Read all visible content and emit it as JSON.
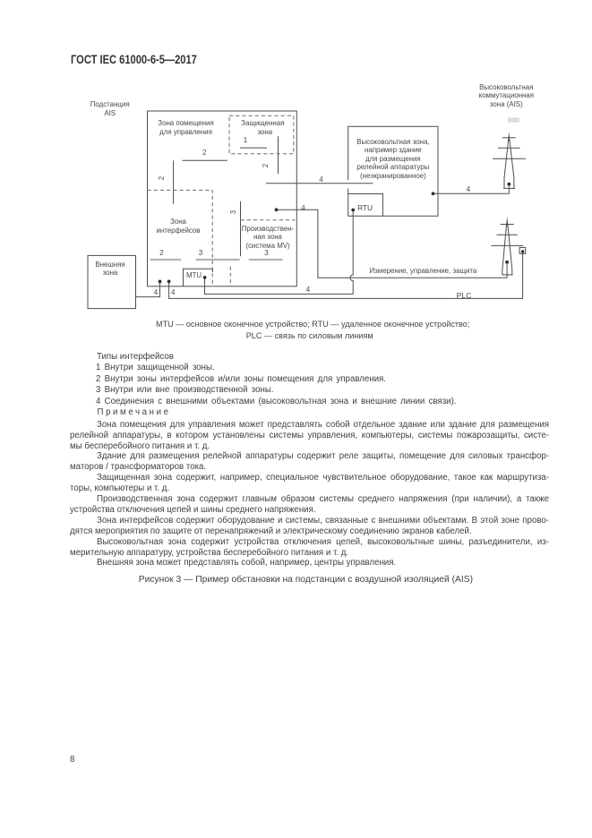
{
  "header": {
    "title": "ГОСТ IEC 61000-6-5—2017"
  },
  "page_number": "8",
  "figure_caption": "Рисунок 3 — Пример обстановки на подстанции с воздушной изоляцией (AIS)",
  "diagram": {
    "labels": {
      "substation_line1": "Подстанция",
      "substation_line2": "AIS",
      "control_room_line1": "Зона помещения",
      "control_room_line2": "для управления",
      "protected_line1": "Защищенная",
      "protected_line2": "зона",
      "interfaces_line1": "Зона",
      "interfaces_line2": "интерфейсов",
      "production_line1": "Производствен-",
      "production_line2": "ная зона",
      "production_line3": "(система MV)",
      "hv_zone_line1": "Высоковольтная зона,",
      "hv_zone_line2": "например здание",
      "hv_zone_line3": "для размещения",
      "hv_zone_line4": "релейной аппаратуры",
      "hv_zone_line5": "(неэкранированное)",
      "hv_switch_line1": "Высоковольтная",
      "hv_switch_line2": "коммутационная",
      "hv_switch_line3": "зона (AIS)",
      "external_line1": "Внешняя",
      "external_line2": "зона",
      "mtu": "MTU",
      "rtu": "RTU",
      "plc": "PLC",
      "measurement": "Измерение, управление, защита",
      "n1": "1",
      "n2": "2",
      "n3": "3",
      "n4": "4"
    }
  },
  "legend": {
    "line1": "MTU — основное оконечное устройство; RTU — удаленное оконечное устройство;",
    "line2": "PLC — связь по силовым линиям"
  },
  "interface_types": {
    "heading": "Типы интерфейсов",
    "items": [
      "1 Внутри защищенной зоны.",
      "2 Внутри зоны интерфейсов и/или зоны помещения для управления.",
      "3 Внутри или вне производственной зоны.",
      "4 Соединения с внешними объектами (высоковольтная зона и внешние линии связи)."
    ]
  },
  "note": {
    "heading": "Примечание",
    "lines": [
      {
        "t": "Зона помещения для управления может представлять собой отдельное здание или здание для размещения",
        "i": 1,
        "j": 1
      },
      {
        "t": "релейной аппаратуры, в котором установлены системы управления, компьютеры, системы пожарозащиты, систе-",
        "i": 0,
        "j": 1
      },
      {
        "t": "мы бесперебойного питания и т. д.",
        "i": 0,
        "j": 0
      },
      {
        "t": "Здание для размещения релейной аппаратуры содержит реле защиты, помещение для силовых трансфор-",
        "i": 1,
        "j": 1
      },
      {
        "t": "маторов / трансформаторов тока.",
        "i": 0,
        "j": 0
      },
      {
        "t": "Защищенная зона содержит, например, специальное чувствительное оборудование, такое как маршрутиза-",
        "i": 1,
        "j": 1
      },
      {
        "t": "торы, компьютеры и т. д.",
        "i": 0,
        "j": 0
      },
      {
        "t": "Производственная зона содержит главным образом системы среднего напряжения (при наличии), а также",
        "i": 1,
        "j": 1
      },
      {
        "t": "устройства отключения цепей и шины среднего напряжения.",
        "i": 0,
        "j": 0
      },
      {
        "t": "Зона интерфейсов содержит оборудование и системы, связанные с внешними объектами. В этой зоне прово-",
        "i": 1,
        "j": 1
      },
      {
        "t": "дятся мероприятия по защите от перенапряжений и электрическому соединению экранов кабелей.",
        "i": 0,
        "j": 0
      },
      {
        "t": "Высоковольтная зона содержит устройства отключения цепей, высоковольтные шины, разъединители, из-",
        "i": 1,
        "j": 1
      },
      {
        "t": "мерительную аппаратуру, устройства бесперебойного питания и т. д.",
        "i": 0,
        "j": 0
      },
      {
        "t": "Внешняя зона может представлять собой, например, центры управления.",
        "i": 1,
        "j": 0
      }
    ]
  }
}
